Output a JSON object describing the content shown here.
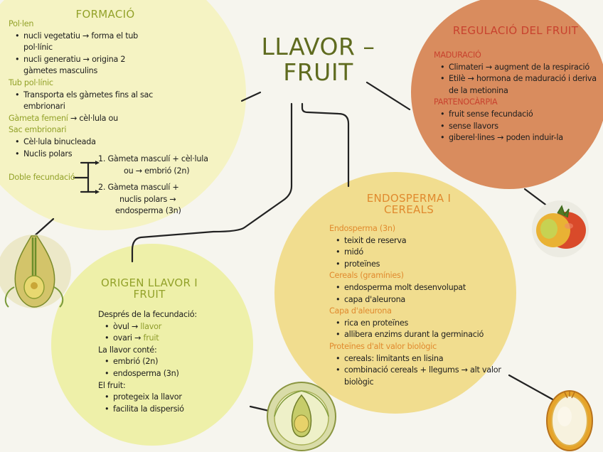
{
  "title": "LLAVOR – FRUIT",
  "colors": {
    "formacio_bg": "#f5f3c3",
    "regulacio_bg": "#d98c5e",
    "endosperma_bg": "#f1dd8f",
    "origen_bg": "#eef0a9",
    "title": "#5f6b1f",
    "accent_green": "#93a22a",
    "accent_orange": "#e08a2e",
    "accent_red": "#c8422e"
  },
  "formacio": {
    "title": "FORMACIÓ",
    "pollen_heading": "Pol·len",
    "pollen_items": [
      "nucli vegetatiu → forma el tub pol·línic",
      "nucli generatiu → origina 2 gàmetes masculins"
    ],
    "tub_heading": "Tub pol·línic",
    "tub_items": [
      "Transporta els gàmetes fins al sac embrionari"
    ],
    "gameta_heading": "Gàmeta femení",
    "gameta_text": " → cèl·lula ou",
    "sac_heading": "Sac embrionari",
    "sac_items": [
      "Cèl·lula binucleada",
      "Nuclis polars"
    ],
    "doble_heading": "Doble fecundació",
    "doble_1": [
      "1.  Gàmeta masculí + cèl·lula",
      "ou → embrió (2n)"
    ],
    "doble_2": [
      "2.    Gàmeta masculí +",
      "nuclis polars →",
      "endosperma (3n)"
    ]
  },
  "regulacio": {
    "title": "REGULACIÓ DEL FRUIT",
    "maduracio_heading": "MADURACIÓ",
    "maduracio_items": [
      "Climateri → augment de la respiració",
      "Etilè → hormona de maduració i deriva de la metionina"
    ],
    "partenocarpia_heading": "PARTENOCÀRPIA",
    "partenocarpia_items": [
      "fruit sense fecundació",
      "sense llavors",
      "giberel·lines → poden induir-la"
    ]
  },
  "endosperma": {
    "title": "ENDOSPERMA I CEREALS",
    "endosperma_heading": "Endosperma (3n)",
    "endosperma_items": [
      "teixit de reserva",
      "midó",
      "proteïnes"
    ],
    "cereals_heading": "Cereals (gramínies)",
    "cereals_items": [
      "endosperma molt desenvolupat",
      "capa d'aleurona"
    ],
    "aleurona_heading": "Capa d'aleurona",
    "aleurona_items": [
      "rica en proteïnes",
      "allibera enzims durant la germinació"
    ],
    "proteines_heading": "Proteïnes d'alt valor biològic",
    "proteines_items": [
      "cereals: limitants en lisina",
      "combinació cereals + llegums → alt valor biològic"
    ]
  },
  "origen": {
    "title": "ORIGEN LLAVOR I FRUIT",
    "despres_heading": "Després de la fecundació:",
    "ovul_prefix": "òvul → ",
    "ovul_highlight": "llavor",
    "ovari_prefix": "ovari → ",
    "ovari_highlight": "fruit",
    "llavor_heading": "La llavor conté:",
    "llavor_items": [
      "embrió (2n)",
      "endosperma (3n)"
    ],
    "fruit_heading": "El fruit:",
    "fruit_items": [
      "protegeix la llavor",
      "facilita la dispersió"
    ]
  }
}
